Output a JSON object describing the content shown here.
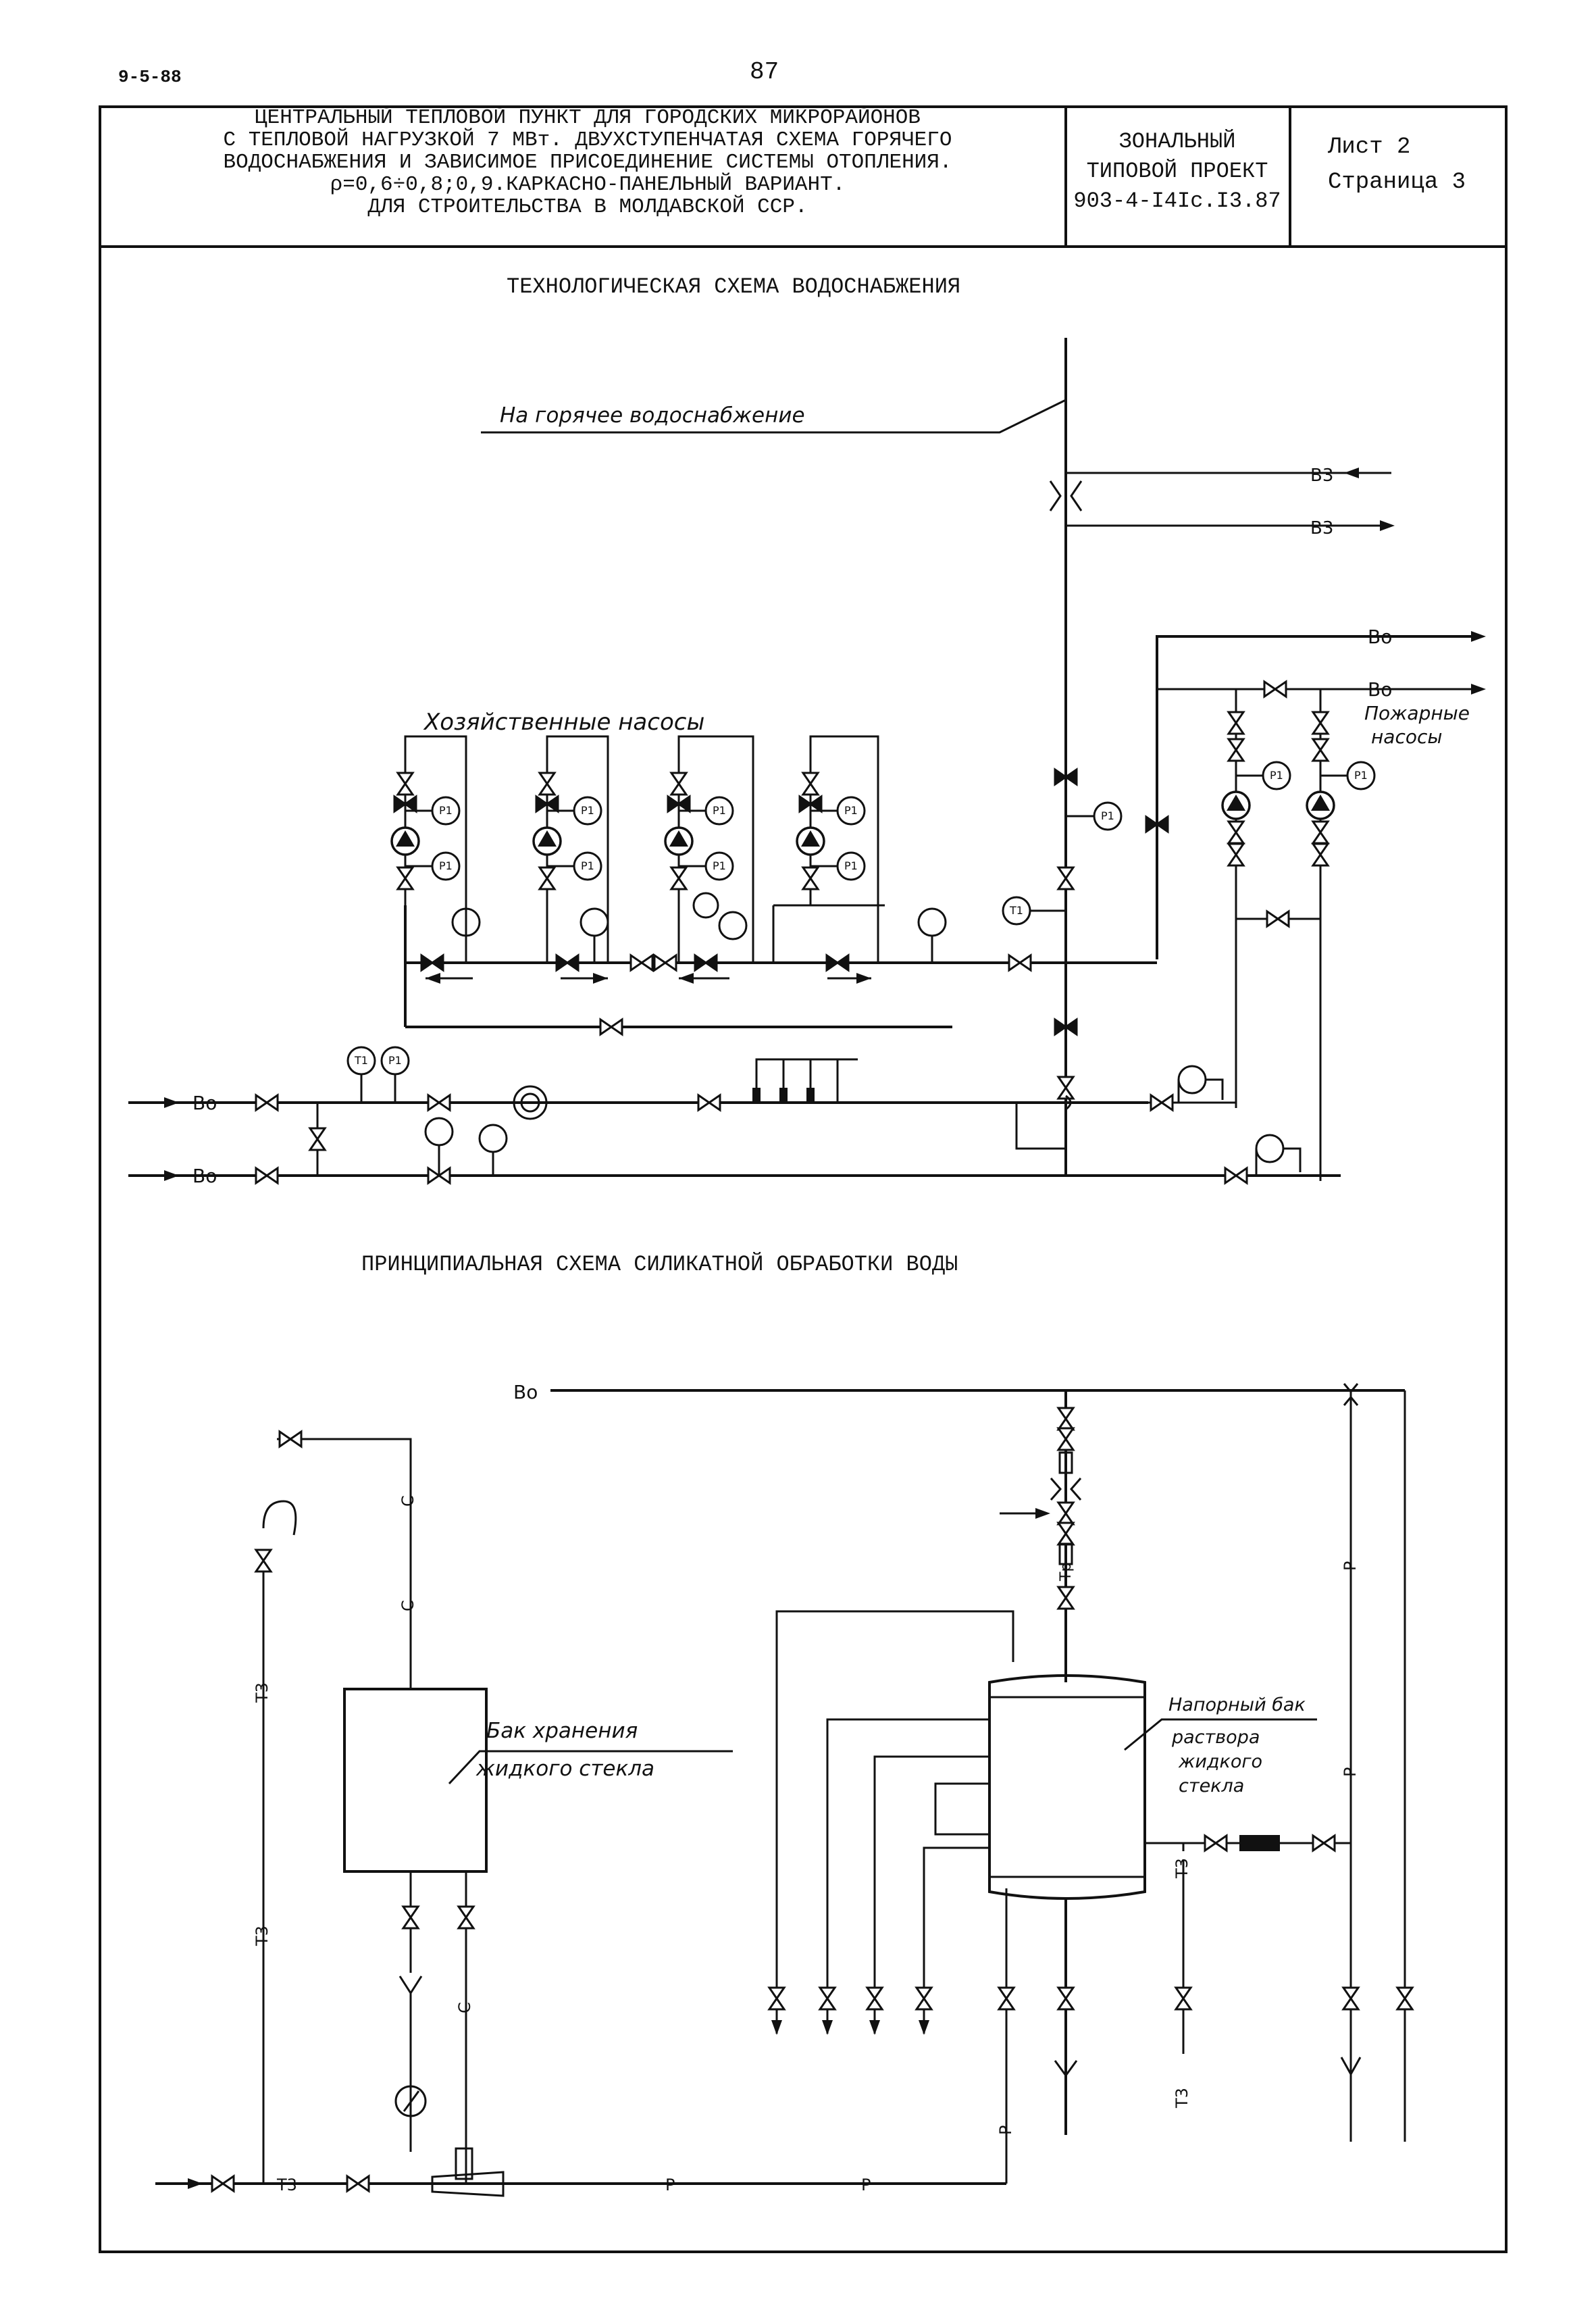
{
  "page": {
    "code": "9-5-88",
    "number": "87"
  },
  "title_block": {
    "lines": [
      "ЦЕНТРАЛЬНЫЙ ТЕПЛОВОЙ ПУНКТ ДЛЯ ГОРОДСКИХ МИКРОРАЙОНОВ",
      "С ТЕПЛОВОЙ НАГРУЗКОЙ 7 МВт. ДВУХСТУПЕНЧАТАЯ СХЕМА ГОРЯЧЕГО",
      "ВОДОСНАБЖЕНИЯ И ЗАВИСИМОЕ ПРИСОЕДИНЕНИЕ СИСТЕМЫ ОТОПЛЕНИЯ.",
      "ρ=0,6÷0,8;0,9.КАРКАСНО-ПАНЕЛЬНЫЙ ВАРИАНТ.",
      "ДЛЯ СТРОИТЕЛЬСТВА В МОЛДАВСКОЙ ССР."
    ],
    "project_lines": [
      "ЗОНАЛЬНЫЙ",
      "ТИПОВОЙ ПРОЕКТ",
      "903-4-I4Ic.I3.87"
    ],
    "sheet": "Лист 2",
    "page_ref": "Страница 3"
  },
  "scheme1": {
    "title": "ТЕХНОЛОГИЧЕСКАЯ СХЕМА ВОДОСНАБЖЕНИЯ",
    "hot_supply": "На горячее водоснабжение",
    "household_pumps": "Хозяйственные насосы",
    "fire_pumps_1": "Пожарные",
    "fire_pumps_2": "насосы",
    "b3": "В3",
    "b0": "Во",
    "b0_alt": "Bo",
    "p1": "P1",
    "t1": "T1"
  },
  "scheme2": {
    "title": "ПРИНЦИПИАЛЬНАЯ СХЕМА СИЛИКАТНОЙ ОБРАБОТКИ ВОДЫ",
    "b0": "Bo",
    "storage_tank_1": "Бак хранения",
    "storage_tank_2": "жидкого стекла",
    "pressure_tank_1": "Напорный бак",
    "pressure_tank_2": "раствора",
    "pressure_tank_3": "жидкого",
    "pressure_tank_4": "стекла",
    "c": "С",
    "p": "Р",
    "t3": "Т3",
    "tp": "Тр"
  }
}
